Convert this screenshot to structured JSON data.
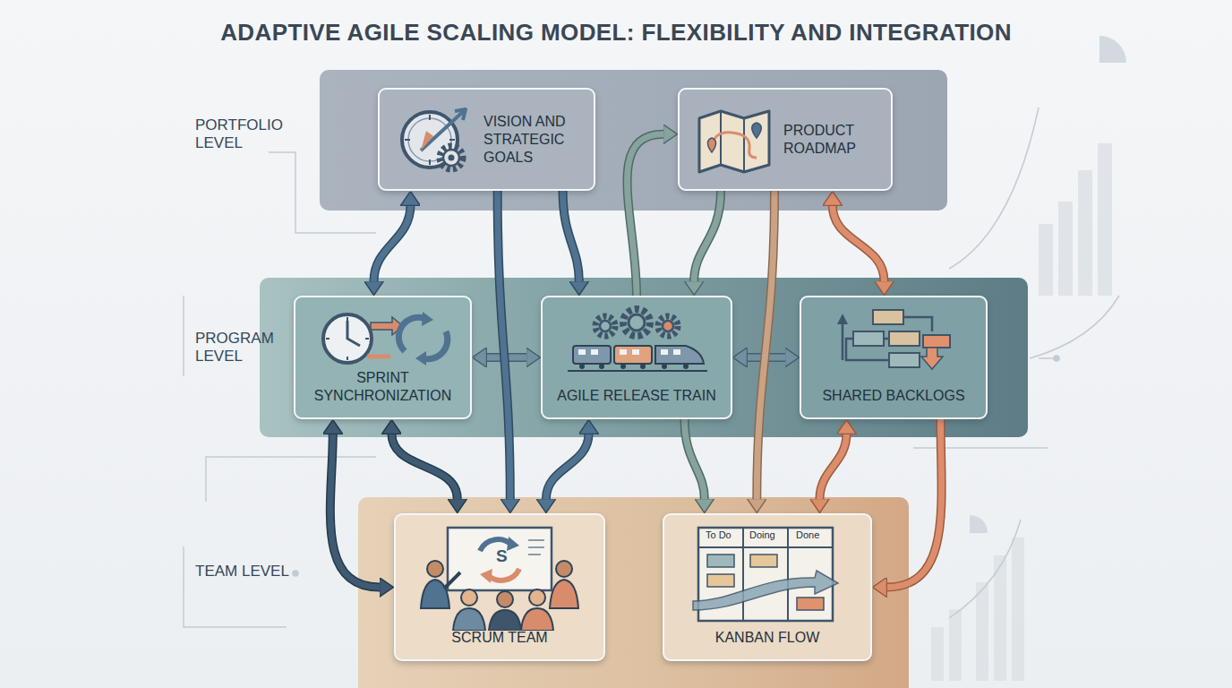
{
  "diagram": {
    "title": "ADAPTIVE AGILE SCALING MODEL: FLEXIBILITY AND INTEGRATION",
    "nodes": [
      {
        "text": [
          "PORTFOLIO LEVEL"
        ]
      },
      {
        "text": [
          "VISION AND STRATEGIC GOALS"
        ],
        "in": 0
      },
      {
        "text": [
          "PRODUCT ROADMAP"
        ],
        "in": 0
      },
      {
        "text": [
          "PROGRAM LEVEL"
        ]
      },
      {
        "text": [
          "SPRINT SYNCHRONIZATION"
        ],
        "in": 3
      },
      {
        "text": [
          "AGILE RELEASE TRAIN"
        ],
        "in": 3
      },
      {
        "text": [
          "SHARED BACKLOGS"
        ],
        "in": 3
      },
      {
        "text": [
          "TEAM LEVEL"
        ]
      },
      {
        "text": [
          "SCRUM TEAM"
        ],
        "in": 7
      },
      {
        "text": [
          "KANBAN FLOW"
        ],
        "in": 7
      }
    ],
    "edges": [
      {
        "from": 1,
        "to": 4,
        "arrow": "both"
      },
      {
        "from": 1,
        "to": 5,
        "arrow": "to"
      },
      {
        "from": 5,
        "to": 2,
        "arrow": "to"
      },
      {
        "from": 2,
        "to": 5,
        "arrow": "to"
      },
      {
        "from": 2,
        "to": 6,
        "arrow": "both"
      },
      {
        "from": 4,
        "to": 5,
        "arrow": "both"
      },
      {
        "from": 5,
        "to": 6,
        "arrow": "both"
      },
      {
        "from": 4,
        "to": 8,
        "arrow": "both"
      },
      {
        "from": 4,
        "to": 8,
        "arrow": "both"
      },
      {
        "from": 5,
        "to": 8,
        "arrow": "both"
      },
      {
        "from": 1,
        "to": 8,
        "arrow": "to"
      },
      {
        "from": 2,
        "to": 9,
        "arrow": "to"
      },
      {
        "from": 5,
        "to": 9,
        "arrow": "to"
      },
      {
        "from": 6,
        "to": 9,
        "arrow": "both"
      },
      {
        "from": 6,
        "to": 9,
        "arrow": "to"
      }
    ],
    "labels": [
      "To Do",
      "Doing",
      "Done",
      "S"
    ]
  }
}
